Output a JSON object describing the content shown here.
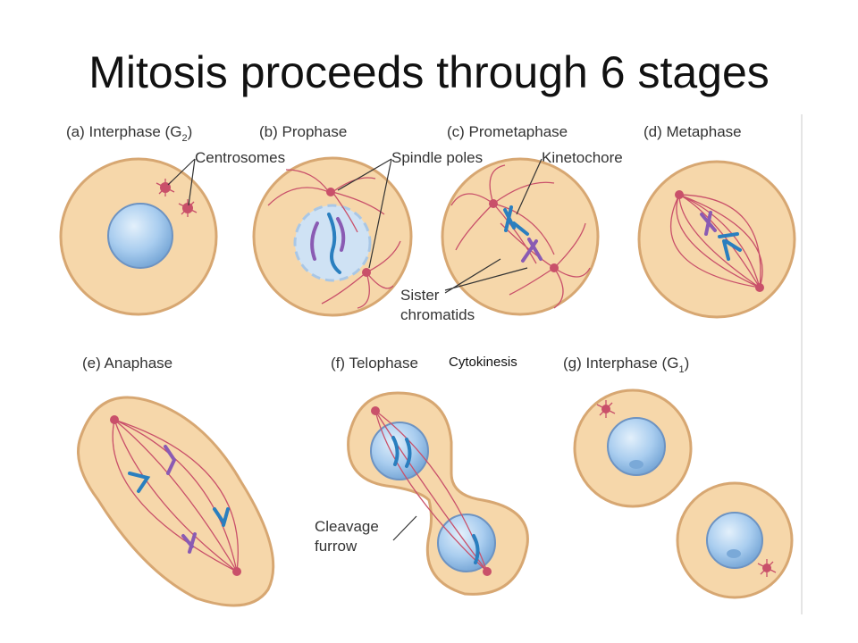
{
  "title": "Mitosis proceeds through 6 stages",
  "stages": {
    "a": {
      "prefix": "(a) Interphase (G",
      "sub": "2",
      "suffix": ")"
    },
    "b": "(b) Prophase",
    "c": "(c) Prometaphase",
    "d": "(d) Metaphase",
    "e": "(e) Anaphase",
    "f": "(f) Telophase",
    "g": {
      "prefix": "(g) Interphase (G",
      "sub": "1",
      "suffix": ")"
    }
  },
  "labels": {
    "centrosomes": "Centrosomes",
    "spindle_poles": "Spindle poles",
    "kinetochore": "Kinetochore",
    "sister": "Sister",
    "chromatids": "chromatids",
    "cleavage": "Cleavage",
    "furrow": "furrow",
    "cytokinesis": "Cytokinesis"
  },
  "colors": {
    "cytoplasm": "#f6d7aa",
    "membrane": "#d7a772",
    "nucleus": "#a9cdef",
    "spindle": "#c9506a",
    "chromosome_blue": "#2a7fbf",
    "chromosome_purple": "#8a5bb3"
  }
}
